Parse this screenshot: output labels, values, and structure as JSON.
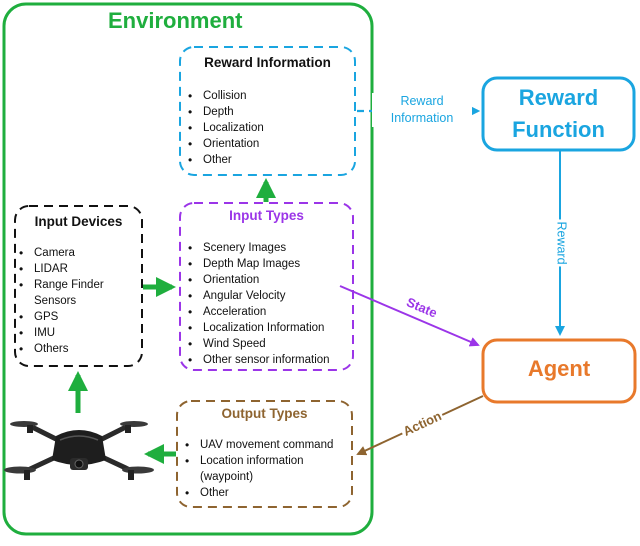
{
  "environment": {
    "title": "Environment"
  },
  "reward_information": {
    "title": "Reward Information",
    "items": [
      "Collision",
      "Depth",
      "Localization",
      "Orientation",
      "Other"
    ]
  },
  "input_devices": {
    "title": "Input Devices",
    "items": [
      "Camera",
      "LIDAR",
      "Range Finder Sensors",
      "GPS",
      "IMU",
      "Others"
    ]
  },
  "input_types": {
    "title": "Input Types",
    "items": [
      "Scenery Images",
      "Depth Map Images",
      "Orientation",
      "Angular Velocity",
      "Acceleration",
      "Localization Information",
      "Wind Speed",
      "Other sensor information"
    ]
  },
  "output_types": {
    "title": "Output Types",
    "items": [
      "UAV movement command",
      "Location information (waypoint)",
      "Other"
    ]
  },
  "reward_function": {
    "title_line1": "Reward",
    "title_line2": "Function"
  },
  "agent": {
    "title": "Agent"
  },
  "edge_labels": {
    "reward_information_line1": "Reward",
    "reward_information_line2": "Information",
    "reward": "Reward",
    "state": "State",
    "action": "Action"
  },
  "colors": {
    "green": "#1fae3e",
    "cyan": "#1aa5e0",
    "purple": "#9b35e8",
    "brown": "#8e6430",
    "orange": "#e8792b",
    "black": "#111111"
  }
}
